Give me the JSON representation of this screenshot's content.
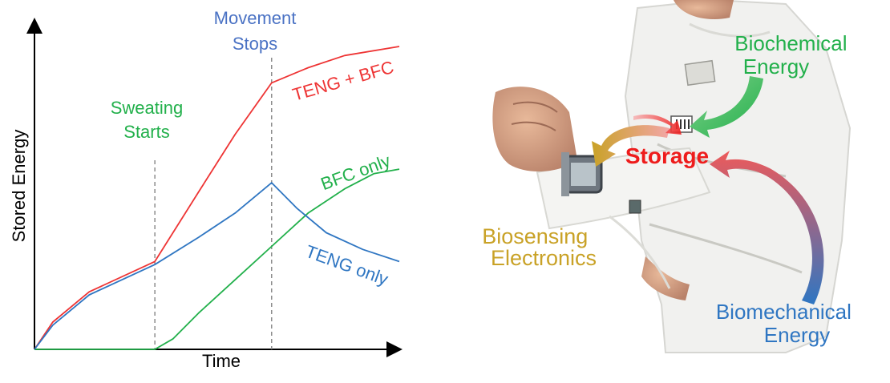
{
  "chart_data": {
    "type": "line",
    "xlabel": "Time",
    "ylabel": "Stored Energy",
    "xlim": [
      0,
      10
    ],
    "ylim": [
      0,
      10
    ],
    "grid": false,
    "events": [
      {
        "label_lines": [
          "Sweating",
          "Starts"
        ],
        "x": 3.3,
        "color": "#22b04b"
      },
      {
        "label_lines": [
          "Movement",
          "Stops"
        ],
        "x": 6.5,
        "color": "#4a72c4"
      }
    ],
    "series": [
      {
        "name": "TENG + BFC",
        "color": "#ee3434",
        "x": [
          0,
          0.5,
          1.5,
          3.3,
          4.5,
          5.5,
          6.5,
          7.5,
          8.5,
          10
        ],
        "y": [
          0,
          0.9,
          1.9,
          2.9,
          5.2,
          7.1,
          8.8,
          9.3,
          9.7,
          10.0
        ]
      },
      {
        "name": "BFC only",
        "color": "#22b04b",
        "x": [
          0,
          3.3,
          3.8,
          4.5,
          5.5,
          6.5,
          7.5,
          8.5,
          9.3,
          10
        ],
        "y": [
          0,
          0,
          0.35,
          1.2,
          2.3,
          3.4,
          4.5,
          5.3,
          5.8,
          5.95
        ]
      },
      {
        "name": "TENG only",
        "color": "#2f76c2",
        "x": [
          0,
          0.5,
          1.5,
          3.3,
          4.5,
          5.5,
          6.5,
          7.2,
          8.0,
          9.0,
          10
        ],
        "y": [
          0,
          0.8,
          1.8,
          2.8,
          3.7,
          4.5,
          5.5,
          4.65,
          3.85,
          3.3,
          2.9
        ]
      }
    ]
  },
  "photo": {
    "labels": {
      "biochemical": [
        "Biochemical",
        "Energy"
      ],
      "storage": "Storage",
      "biosensing": [
        "Biosensing",
        "Electronics"
      ],
      "biomechanical": [
        "Biomechanical",
        "Energy"
      ]
    },
    "colors": {
      "biochemical": "#22b04b",
      "storage": "#ee1c1c",
      "biosensing": "#c9a227",
      "biomechanical": "#2f76c2"
    }
  }
}
